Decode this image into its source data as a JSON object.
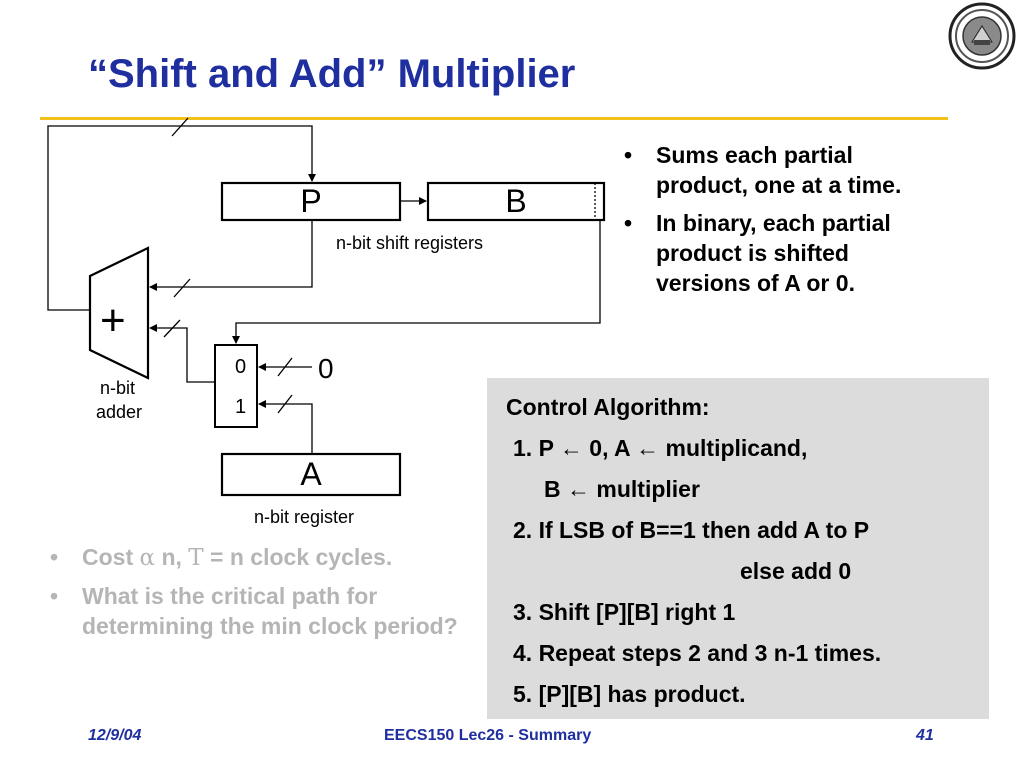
{
  "slide": {
    "title": "“Shift and Add” Multiplier"
  },
  "diagram": {
    "reg_p": "P",
    "reg_b": "B",
    "shift_caption": "n-bit shift registers",
    "adder_symbol": "+",
    "adder_caption_1": "n-bit",
    "adder_caption_2": "adder",
    "mux_in0": "0",
    "mux_in1": "1",
    "const_zero": "0",
    "reg_a": "A",
    "reg_a_caption": "n-bit register"
  },
  "right_bullets": [
    "Sums each partial product, one at a time.",
    "In binary, each partial product is shifted versions of A or 0."
  ],
  "left_bullets": {
    "cost_prefix": "Cost",
    "alpha": "α",
    "cost_mid": "n,",
    "tau": "T",
    "cost_suffix": "= n clock cycles.",
    "critical": "What is the critical path for determining the min clock period?"
  },
  "control": {
    "title": "Control Algorithm:",
    "step1a": "1. P ← 0, A ← multiplicand,",
    "step1b": "B ← multiplier",
    "step2a": "2. If LSB of B==1 then add A to P",
    "step2b": "else add 0",
    "step3": "3. Shift [P][B] right 1",
    "step4": "4. Repeat steps 2 and 3 n-1 times.",
    "step5": "5. [P][B] has product."
  },
  "footer": {
    "date": "12/9/04",
    "course": "EECS150 Lec26 - Summary",
    "page": "41"
  },
  "colors": {
    "title": "#1f2f9f",
    "rule": "#f2c21a",
    "control_bg": "#dcdcdc",
    "muted_text": "#b5b5b5"
  }
}
